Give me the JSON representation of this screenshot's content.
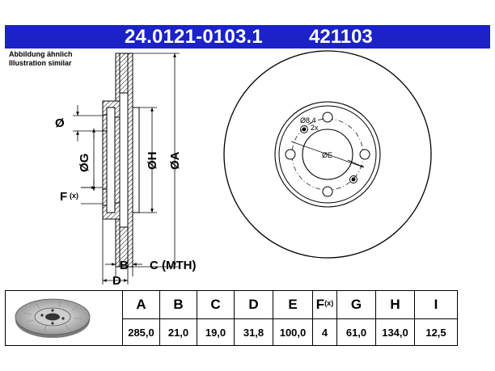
{
  "header": {
    "part_number": "24.0121-0103.1",
    "ref_number": "421103",
    "background_color": "#1a22c8"
  },
  "note": {
    "line1": "Abbildung ähnlich",
    "line2": "Illustration similar"
  },
  "drawing_labels": {
    "phi": "Ø",
    "phi_g": "ØG",
    "phi_h": "ØH",
    "phi_a": "ØA",
    "f": "F",
    "f_x": "(x)",
    "b": "B",
    "c_mth": "C (MTH)",
    "d": "D",
    "hole_diameter": "Ø8,4",
    "hole_count": "2x",
    "phi_e": "ØE"
  },
  "table": {
    "thumbnail": "brake-disc-thumbnail",
    "columns": [
      {
        "label": "A",
        "value": "285,0"
      },
      {
        "label": "B",
        "value": "21,0"
      },
      {
        "label": "C",
        "value": "19,0"
      },
      {
        "label": "D",
        "value": "31,8"
      },
      {
        "label": "E",
        "value": "100,0"
      },
      {
        "label": "F",
        "sup": "(x)",
        "value": "4"
      },
      {
        "label": "G",
        "value": "61,0"
      },
      {
        "label": "H",
        "value": "134,0"
      },
      {
        "label": "I",
        "value": "12,5"
      }
    ]
  }
}
